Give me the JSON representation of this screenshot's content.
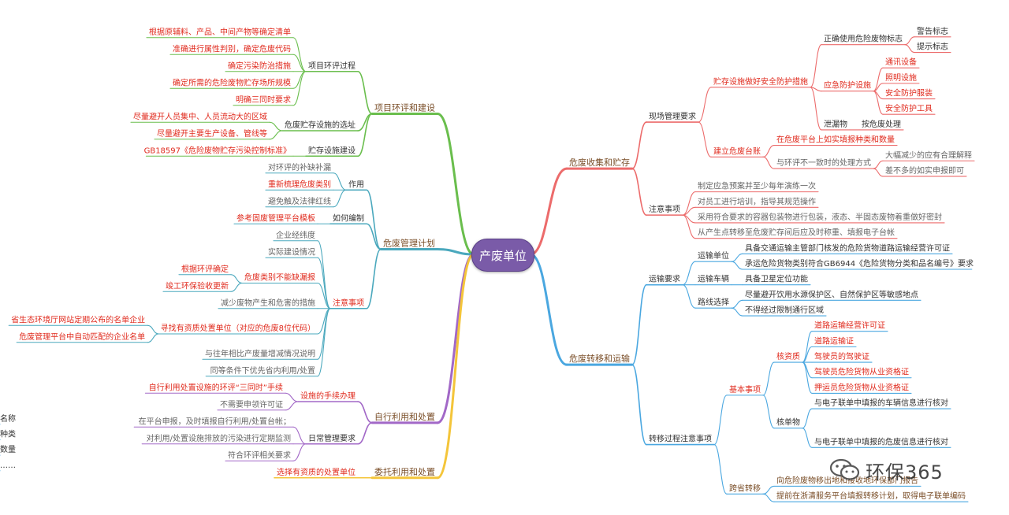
{
  "center": "产废单位",
  "colors": {
    "green": "#6abe4d",
    "teal": "#4aa8bd",
    "purple": "#a268c7",
    "yellow": "#f4c53a",
    "red": "#ec6b6b",
    "blue": "#4aa7e0",
    "text_red": "#e02b1e",
    "text_gray": "#666666",
    "text_dark": "#333333",
    "text_brown": "#7a4e28"
  },
  "watermark": {
    "text": "环保365",
    "icon": "wechat-icon"
  },
  "left": [
    {
      "label": "项目环评和建设",
      "color": "green",
      "children": [
        {
          "label": "项目环评过程",
          "children": [
            {
              "label": "根据原辅料、产品、中间产物等确定清单",
              "tc": "red"
            },
            {
              "label": "准确进行属性判别，确定危废代码",
              "tc": "red"
            },
            {
              "label": "确定污染防治措施",
              "tc": "red"
            },
            {
              "label": "确定所需的危险废物贮存场所规模",
              "tc": "red"
            },
            {
              "label": "明确三同时要求",
              "tc": "red"
            }
          ]
        },
        {
          "label": "危废贮存设施的选址",
          "children": [
            {
              "label": "尽量避开人员集中、人员流动大的区域",
              "tc": "red"
            },
            {
              "label": "尽量避开主要生产设备、管线等",
              "tc": "red"
            }
          ]
        },
        {
          "label": "贮存设施建设",
          "children": [
            {
              "label": "GB18597《危险废物贮存污染控制标准》",
              "tc": "red"
            }
          ]
        }
      ]
    },
    {
      "label": "危废管理计划",
      "color": "teal",
      "children": [
        {
          "label": "作用",
          "children": [
            {
              "label": "对环评的补缺补漏",
              "tc": "gray"
            },
            {
              "label": "重新梳理危废类别",
              "tc": "red"
            },
            {
              "label": "避免触及法律红线",
              "tc": "gray"
            }
          ]
        },
        {
          "label": "如何编制",
          "children": [
            {
              "label": "参考固废管理平台模板",
              "tc": "red"
            }
          ]
        },
        {
          "label": "注意事项",
          "tc": "red",
          "children": [
            {
              "label": "企业经纬度",
              "tc": "gray"
            },
            {
              "label": "实际建设情况",
              "tc": "gray"
            },
            {
              "label": "危废类别不能缺漏报",
              "tc": "red",
              "children": [
                {
                  "label": "根据环评确定",
                  "tc": "red"
                },
                {
                  "label": "竣工环保验收更新",
                  "tc": "red"
                }
              ]
            },
            {
              "label": "减少废物产生和危害的措施",
              "tc": "gray"
            },
            {
              "label": "寻找有资质处置单位（对应的危废8位代码）",
              "tc": "red",
              "children": [
                {
                  "label": "省生态环境厅网站定期公布的名单企业",
                  "tc": "red"
                },
                {
                  "label": "危废管理平台中自动匹配的企业名单",
                  "tc": "red"
                }
              ]
            },
            {
              "label": "与往年相比产废量增减情况说明",
              "tc": "gray"
            },
            {
              "label": "同等条件下优先省内利用/处置",
              "tc": "gray"
            }
          ]
        }
      ]
    },
    {
      "label": "自行利用和处置",
      "color": "purple",
      "children": [
        {
          "label": "设施的手续办理",
          "tc": "red",
          "children": [
            {
              "label": "自行利用处置设施的环评“三同时”手续",
              "tc": "red"
            },
            {
              "label": "不需要申领许可证",
              "tc": "gray"
            }
          ]
        },
        {
          "label": "日常管理要求",
          "children": [
            {
              "label": "在平台申报，及时填报自行利用/处置台帐；",
              "tc": "gray"
            },
            {
              "label": "对利用/处置设施排放的污染进行定期监测",
              "tc": "gray"
            },
            {
              "label": "符合环评相关要求",
              "tc": "gray"
            }
          ]
        }
      ]
    },
    {
      "label": "委托利用和处置",
      "color": "yellow",
      "children": [
        {
          "label": "选择有资质的处置单位",
          "tc": "red"
        }
      ]
    }
  ],
  "right": [
    {
      "label": "危废收集和贮存",
      "color": "red",
      "children": [
        {
          "label": "现场管理要求",
          "children": [
            {
              "label": "贮存设施做好安全防护措施",
              "tc": "red",
              "children": [
                {
                  "label": "正确使用危险废物标志",
                  "children": [
                    {
                      "label": "警告标志"
                    },
                    {
                      "label": "提示标志"
                    }
                  ]
                },
                {
                  "label": "应急防护设施",
                  "tc": "red",
                  "children": [
                    {
                      "label": "通讯设备",
                      "tc": "red"
                    },
                    {
                      "label": "照明设施",
                      "tc": "red"
                    },
                    {
                      "label": "安全防护服装",
                      "tc": "red"
                    },
                    {
                      "label": "安全防护工具",
                      "tc": "red"
                    }
                  ]
                },
                {
                  "label": "泄漏物",
                  "children": [
                    {
                      "label": "按危废处理"
                    }
                  ]
                }
              ]
            },
            {
              "label": "建立危废台账",
              "tc": "red",
              "children": [
                {
                  "label": "在危废平台上如实填报种类和数量",
                  "tc": "red"
                },
                {
                  "label": "与环评不一致时的处理方式",
                  "tc": "gray",
                  "children": [
                    {
                      "label": "大幅减少的应有合理解释",
                      "tc": "gray"
                    },
                    {
                      "label": "差不多的如实申报即可",
                      "tc": "gray"
                    }
                  ]
                }
              ]
            }
          ]
        },
        {
          "label": "注意事项",
          "children": [
            {
              "label": "制定应急预案并至少每年演练一次",
              "tc": "gray"
            },
            {
              "label": "对员工进行培训，指导其规范操作",
              "tc": "gray"
            },
            {
              "label": "采用符合要求的容器包装物进行包装，液态、半固态废物着重做好密封",
              "tc": "gray"
            },
            {
              "label": "从产生点转移至危废贮存间后应及时称重、填报电子台帐",
              "tc": "gray"
            }
          ]
        }
      ]
    },
    {
      "label": "危废转移和运输",
      "color": "blue",
      "children": [
        {
          "label": "运输要求",
          "children": [
            {
              "label": "运输单位",
              "children": [
                {
                  "label": "具备交通运输主管部门核发的危险货物道路运输经营许可证"
                },
                {
                  "label": "承运危险货物类别符合GB6944《危险货物分类和品名编号》要求"
                }
              ]
            },
            {
              "label": "运输车辆",
              "children": [
                {
                  "label": "具备卫星定位功能"
                }
              ]
            },
            {
              "label": "路线选择",
              "children": [
                {
                  "label": "尽量避开饮用水源保护区、自然保护区等敏感地点"
                },
                {
                  "label": "不得经过限制通行区域"
                }
              ]
            }
          ]
        },
        {
          "label": "转移过程注意事项",
          "children": [
            {
              "label": "基本事项",
              "tc": "red",
              "children": [
                {
                  "label": "核资质",
                  "tc": "red",
                  "children": [
                    {
                      "label": "道路运输经营许可证",
                      "tc": "red"
                    },
                    {
                      "label": "道路运输证",
                      "tc": "red"
                    },
                    {
                      "label": "驾驶员的驾驶证",
                      "tc": "red"
                    },
                    {
                      "label": "驾驶员危险货物从业资格证",
                      "tc": "red"
                    },
                    {
                      "label": "押运员危险货物从业资格证",
                      "tc": "red"
                    }
                  ]
                },
                {
                  "label": "核单物",
                  "children": [
                    {
                      "label": "与电子联单中填报的车辆信息进行核对"
                    },
                    {
                      "label": "与电子联单中填报的危废信息进行核对",
                      "children": [
                        {
                          "label": "名称"
                        },
                        {
                          "label": "种类"
                        },
                        {
                          "label": "数量"
                        },
                        {
                          "label": "……"
                        }
                      ]
                    }
                  ]
                }
              ]
            },
            {
              "label": "跨省转移",
              "tc": "brown",
              "children": [
                {
                  "label": "向危险废物移出地和接收地环保部门报告",
                  "tc": "brown"
                },
                {
                  "label": "提前在浙清服务平台填报转移计划，取得电子联单编码",
                  "tc": "brown"
                }
              ]
            }
          ]
        }
      ]
    }
  ]
}
